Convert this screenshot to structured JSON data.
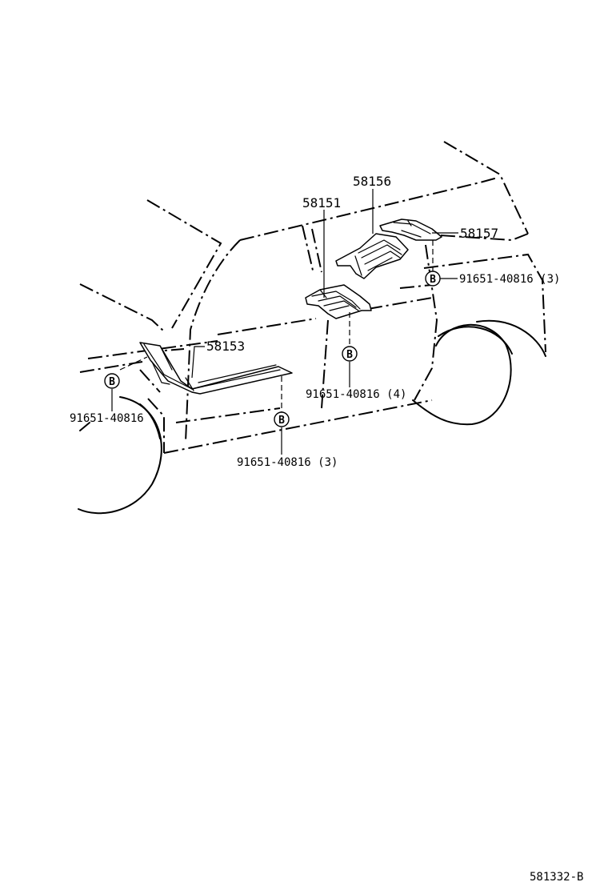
{
  "parts": {
    "p58156": "58156",
    "p58151": "58151",
    "p58157": "58157",
    "p58153": "58153"
  },
  "fasteners": {
    "f_rear": "91651-40816 (3)",
    "f_center": "91651-40816 (4)",
    "f_front": "91651-40816",
    "f_bottom": "91651-40816 (3)"
  },
  "clip_marker": "B",
  "diagram_id": "581332-B"
}
